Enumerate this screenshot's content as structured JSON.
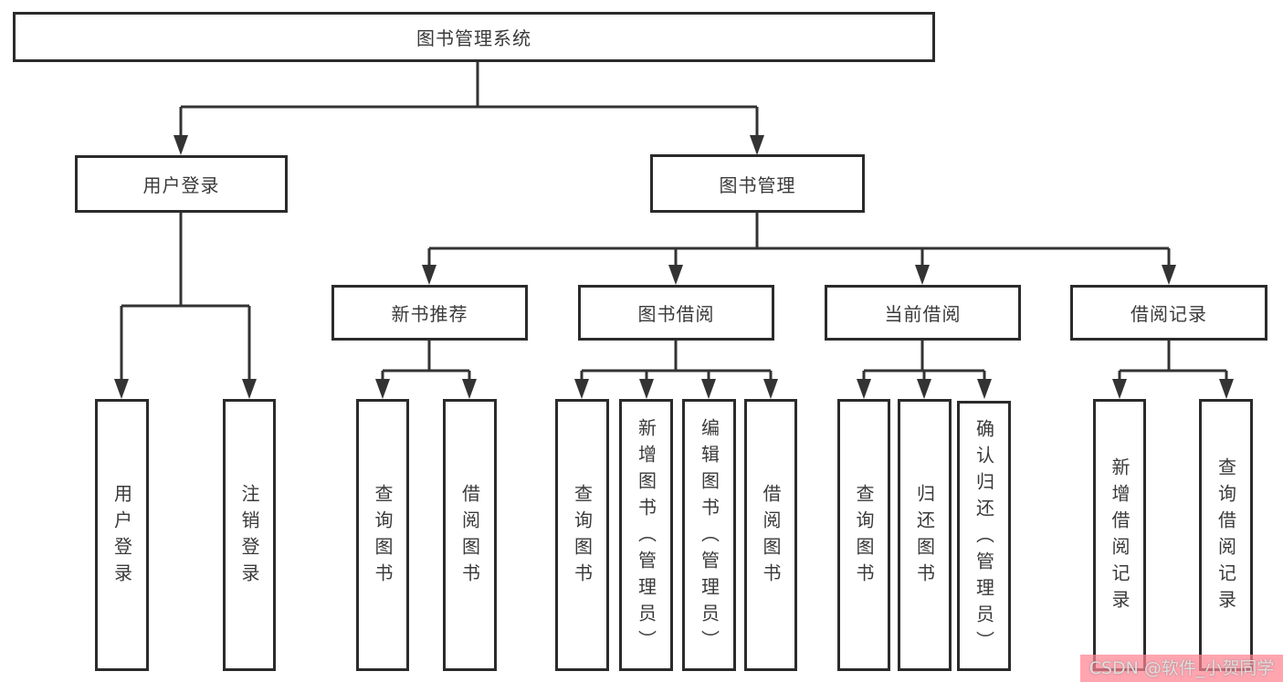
{
  "title": "图书管理系统",
  "login": {
    "label": "用户登录",
    "children": [
      "用户登录",
      "注销登录"
    ]
  },
  "management": {
    "label": "图书管理",
    "modules": [
      {
        "label": "新书推荐",
        "children": [
          "查询图书",
          "借阅图书"
        ]
      },
      {
        "label": "图书借阅",
        "children": [
          "查询图书",
          "新增图书（管理员）",
          "编辑图书（管理员）",
          "借阅图书"
        ]
      },
      {
        "label": "当前借阅",
        "children": [
          "查询图书",
          "归还图书",
          "确认归还（管理员）"
        ]
      },
      {
        "label": "借阅记录",
        "children": [
          "新增借阅记录",
          "查询借阅记录"
        ]
      }
    ]
  },
  "watermark": {
    "text": "CSDN @软件_小贺同学"
  },
  "colors": {
    "line": "#333333",
    "box_border": "#2b2b2b",
    "text": "#3a3a3a",
    "watermark_bg": "#ff8292",
    "watermark_text": "#dedede"
  }
}
